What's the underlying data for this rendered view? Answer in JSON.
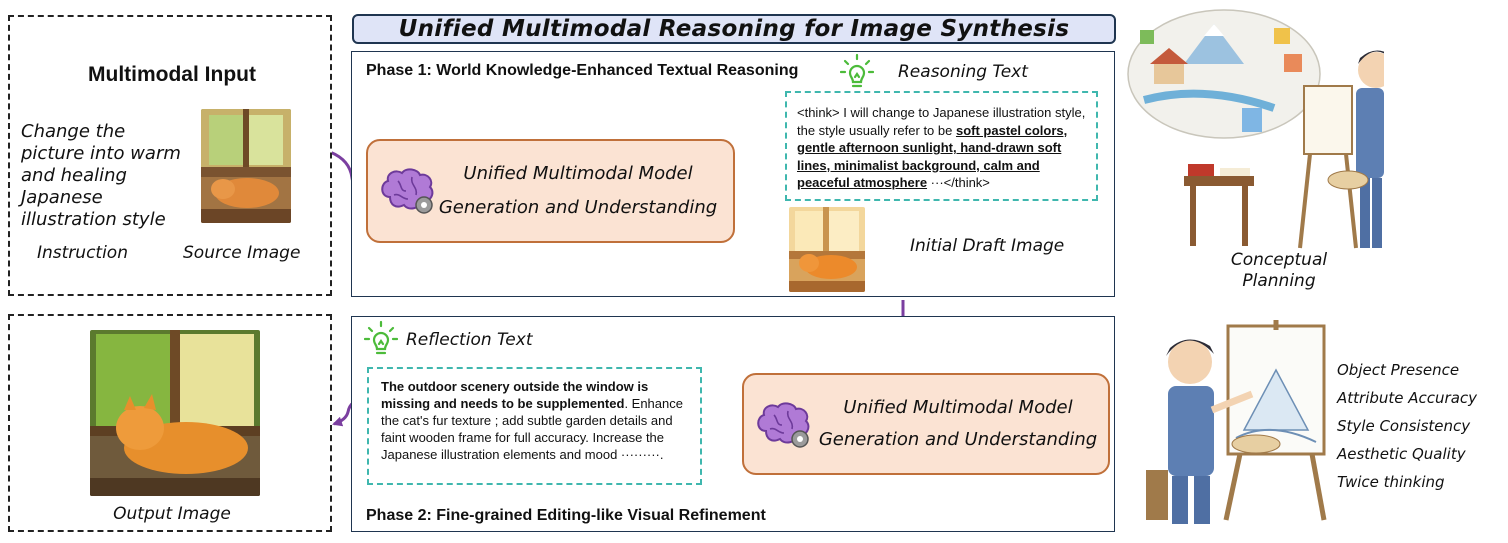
{
  "title": "Unified Multimodal Reasoning for Image Synthesis",
  "input_panel": {
    "heading": "Multimodal Input",
    "instruction_text": "Change the picture into warm and healing Japanese illustration style",
    "instruction_label": "Instruction",
    "source_label": "Source Image"
  },
  "output_panel": {
    "label": "Output Image"
  },
  "phase1": {
    "heading": "Phase 1: World Knowledge-Enhanced Textual Reasoning",
    "reasoning_label": "Reasoning Text",
    "model_line1": "Unified Multimodal Model",
    "model_line2": "Generation and Understanding",
    "think_prefix": "<think> I will change to Japanese illustration style, the style usually refer to be ",
    "think_bold": "soft pastel colors, gentle afternoon sunlight, hand-drawn soft lines, minimalist background, calm and peaceful atmosphere",
    "think_suffix": " ···</think>",
    "draft_label": "Initial Draft Image"
  },
  "phase2": {
    "heading": "Phase 2: Fine-grained Editing-like Visual Refinement",
    "reflection_label": "Reflection Text",
    "model_line1": "Unified Multimodal Model",
    "model_line2": "Generation and Understanding",
    "reflection_bold": "The outdoor scenery outside the window is missing and needs to be supplemented",
    "reflection_rest": ". Enhance the cat's fur texture ; add subtle garden details and faint wooden frame for full accuracy. Increase the Japanese illustration elements and mood ·········."
  },
  "right_panel": {
    "planning_line1": "Conceptual",
    "planning_line2": "Planning",
    "criteria": [
      "Object Presence",
      "Attribute Accuracy",
      "Style Consistency",
      "Aesthetic Quality",
      "Twice thinking"
    ]
  },
  "colors": {
    "arrow": "#7b3fa0",
    "teal": "#3fb7ae",
    "model_fill": "#fbe3d3",
    "model_border": "#c0703a",
    "title_fill": "#dfe4f7"
  }
}
